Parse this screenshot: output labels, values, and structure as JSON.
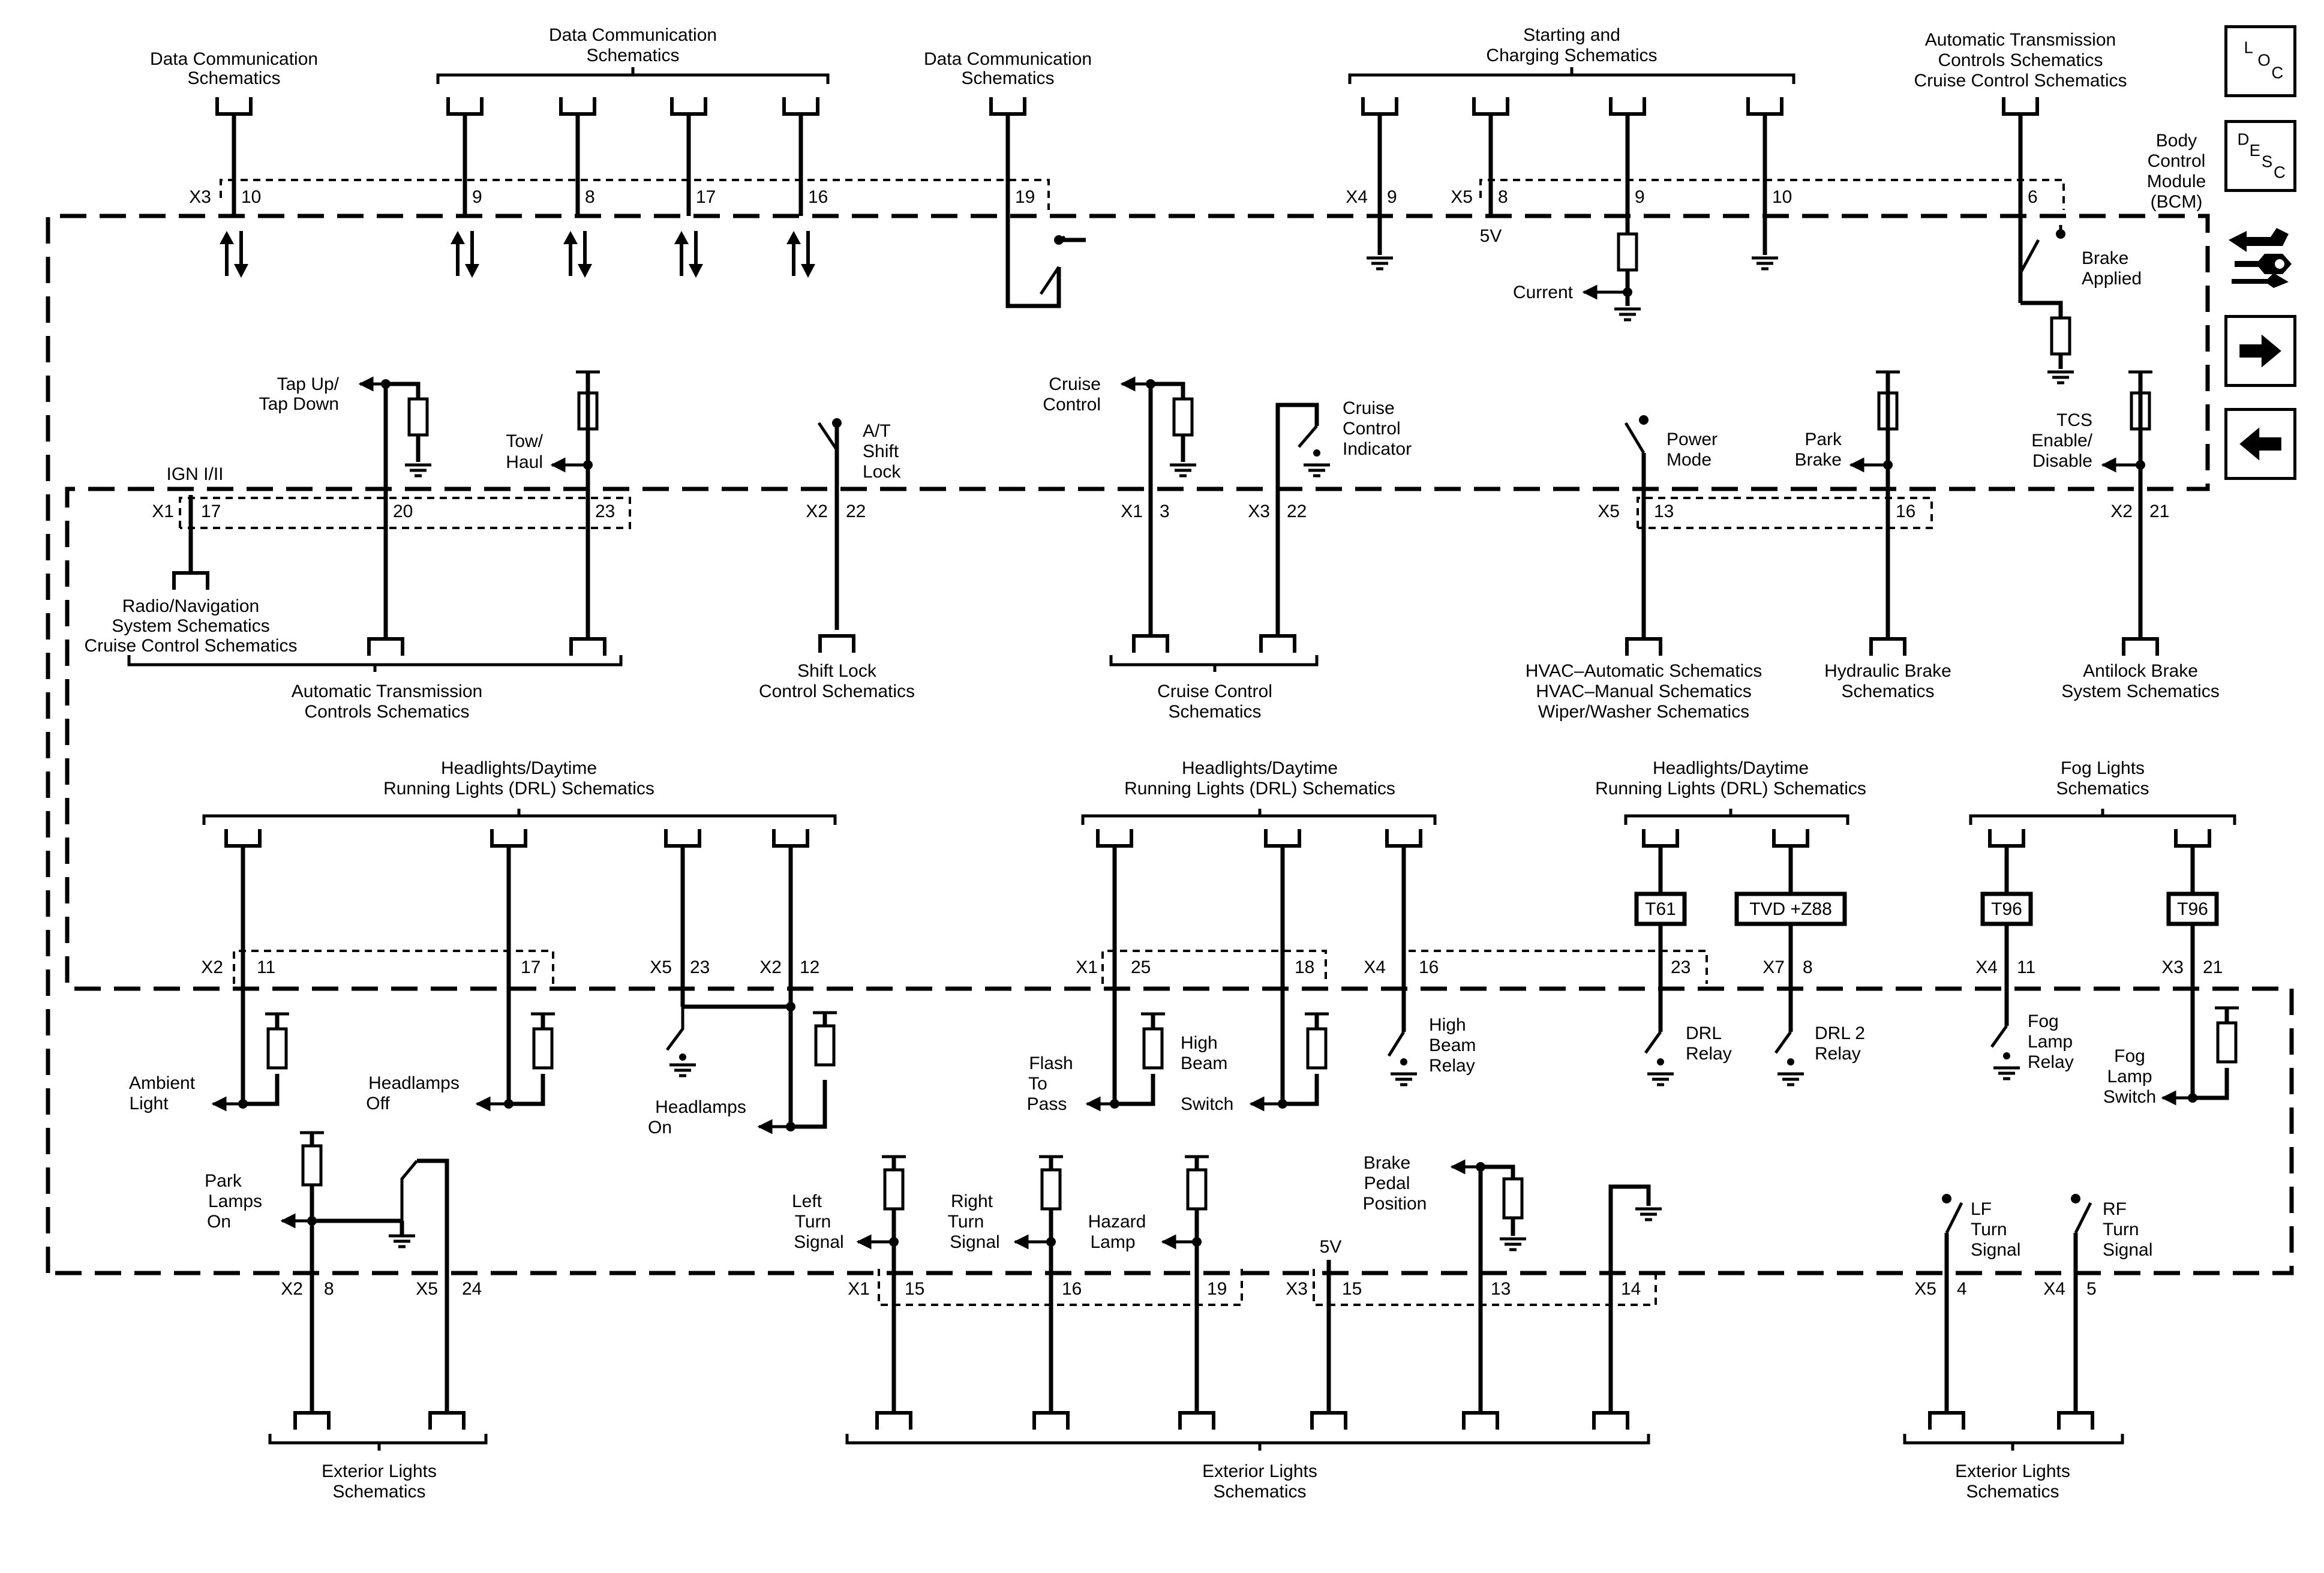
{
  "side_buttons": {
    "loc": {
      "letters": [
        "L",
        "O",
        "C"
      ]
    },
    "desc": {
      "letters": [
        "D",
        "E",
        "S",
        "C"
      ]
    },
    "connector_icon": "connector-end-view-icon",
    "next_icon": "arrow-right-icon",
    "prev_icon": "arrow-left-icon"
  },
  "module": {
    "name": [
      "Body",
      "Control",
      "Module",
      "(BCM)"
    ]
  },
  "top": {
    "dcs_left": [
      "Data Communication",
      "Schematics"
    ],
    "dcs_mid": [
      "Data Communication",
      "Schematics"
    ],
    "dcs_right": [
      "Data Communication",
      "Schematics"
    ],
    "starting": [
      "Starting and",
      "Charging Schematics"
    ],
    "atc_cruise": [
      "Automatic Transmission",
      "Controls Schematics",
      "Cruise Control Schematics"
    ],
    "x3": "X3",
    "x4": "X4",
    "x5": "X5",
    "pins": [
      "10",
      "9",
      "8",
      "17",
      "16",
      "19",
      "9",
      "8",
      "9",
      "10",
      "6"
    ],
    "fivev": "5V",
    "current": "Current",
    "brake_applied": [
      "Brake",
      "Applied"
    ]
  },
  "row2": {
    "tap": [
      "Tap Up/",
      "Tap Down"
    ],
    "tow": [
      "Tow/",
      "Haul"
    ],
    "ign": "IGN I/II",
    "at_shift": [
      "A/T",
      "Shift",
      "Lock"
    ],
    "cruise_control": [
      "Cruise",
      "Control"
    ],
    "cruise_indicator": [
      "Cruise",
      "Control",
      "Indicator"
    ],
    "power_mode": [
      "Power",
      "Mode"
    ],
    "park_brake": [
      "Park",
      "Brake"
    ],
    "tcs": [
      "TCS",
      "Enable/",
      "Disable"
    ],
    "connectors": [
      "X1",
      "X2",
      "X1",
      "X3",
      "X5",
      "X2"
    ],
    "pins": [
      "17",
      "20",
      "23",
      "22",
      "3",
      "22",
      "13",
      "16",
      "21"
    ],
    "radio": [
      "Radio/Navigation",
      "System Schematics",
      "Cruise Control Schematics"
    ],
    "atc": [
      "Automatic Transmission",
      "Controls Schematics"
    ],
    "shift_lock": [
      "Shift Lock",
      "Control Schematics"
    ],
    "cruise_sch": [
      "Cruise Control",
      "Schematics"
    ],
    "hvac": [
      "HVAC–Automatic Schematics",
      "HVAC–Manual Schematics",
      "Wiper/Washer Schematics"
    ],
    "hydraulic": [
      "Hydraulic Brake",
      "Schematics"
    ],
    "antilock": [
      "Antilock Brake",
      "System Schematics"
    ]
  },
  "row3": {
    "drl1": [
      "Headlights/Daytime",
      "Running Lights (DRL) Schematics"
    ],
    "drl2": [
      "Headlights/Daytime",
      "Running Lights (DRL) Schematics"
    ],
    "drl3": [
      "Headlights/Daytime",
      "Running Lights (DRL) Schematics"
    ],
    "fog": [
      "Fog Lights",
      "Schematics"
    ],
    "options": [
      "T61",
      "TVD +Z88",
      "T96",
      "T96"
    ],
    "connectors": [
      "X2",
      "X5",
      "X2",
      "X1",
      "X4",
      "X7",
      "X4",
      "X3"
    ],
    "pins": [
      "11",
      "17",
      "23",
      "12",
      "25",
      "18",
      "16",
      "23",
      "8",
      "11",
      "21"
    ],
    "ambient": [
      "Ambient",
      "Light"
    ],
    "headlamps_off": [
      "Headlamps",
      "Off"
    ],
    "headlamps_on": [
      "Headlamps",
      "On"
    ],
    "flash": [
      "Flash",
      "To",
      "Pass"
    ],
    "high_beam_switch": [
      "High",
      "Beam",
      "Switch"
    ],
    "high_beam_relay": [
      "High",
      "Beam",
      "Relay"
    ],
    "drl_relay": [
      "DRL",
      "Relay"
    ],
    "drl2_relay": [
      "DRL 2",
      "Relay"
    ],
    "fog_relay": [
      "Fog",
      "Lamp",
      "Relay"
    ],
    "fog_switch": [
      "Fog",
      "Lamp",
      "Switch"
    ]
  },
  "row4": {
    "park_lamps": [
      "Park",
      "Lamps",
      "On"
    ],
    "left_turn": [
      "Left",
      "Turn",
      "Signal"
    ],
    "right_turn": [
      "Right",
      "Turn",
      "Signal"
    ],
    "hazard": [
      "Hazard",
      "Lamp"
    ],
    "brake_pedal": [
      "Brake",
      "Pedal",
      "Position"
    ],
    "lf_turn": [
      "LF",
      "Turn",
      "Signal"
    ],
    "rf_turn": [
      "RF",
      "Turn",
      "Signal"
    ],
    "fivev": "5V",
    "connectors": [
      "X2",
      "X5",
      "X1",
      "X3",
      "X5",
      "X4"
    ],
    "pins": [
      "8",
      "24",
      "15",
      "16",
      "19",
      "15",
      "13",
      "14",
      "4",
      "5"
    ],
    "ext1": [
      "Exterior Lights",
      "Schematics"
    ],
    "ext2": [
      "Exterior Lights",
      "Schematics"
    ],
    "ext3": [
      "Exterior Lights",
      "Schematics"
    ]
  }
}
